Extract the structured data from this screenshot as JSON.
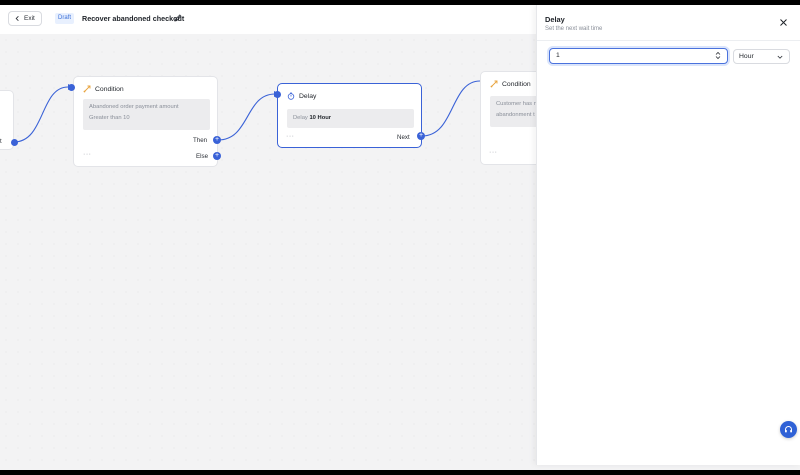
{
  "topbar": {
    "exit_label": "Exit",
    "draft_label": "Draft",
    "flow_title": "Recover abandoned checkout"
  },
  "nodes": {
    "condition1": {
      "title": "Condition",
      "line1": "Abandoned order payment amount",
      "line2": "Greater than 10",
      "dots": "···",
      "then_label": "Then",
      "else_label": "Else"
    },
    "delay": {
      "title": "Delay",
      "prefix": "Delay",
      "value": "10 Hour",
      "dots": "···",
      "next_label": "Next"
    },
    "condition2": {
      "title": "Condition",
      "line1": "Customer has n",
      "line2": "abandonment t",
      "dots": "···"
    },
    "left_partial_label": "t"
  },
  "panel": {
    "title": "Delay",
    "subtitle": "Set the next wait time",
    "amount_value": "1",
    "unit_value": "Hour"
  },
  "colors": {
    "accent": "#3a62d7",
    "condition_icon": "#e8a33d"
  }
}
